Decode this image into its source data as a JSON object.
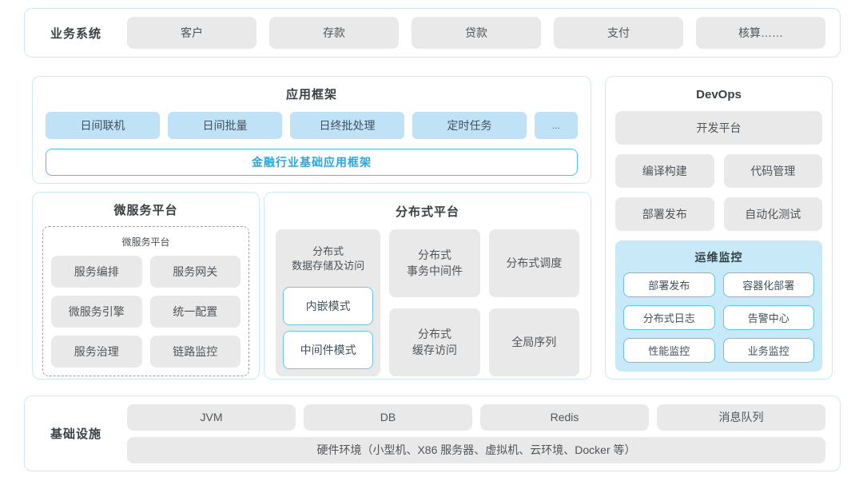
{
  "colors": {
    "panel_border": "#cdeaf4",
    "box_gray": "#e9e9e9",
    "box_blue": "#bfe2f6",
    "ops_panel_blue": "#c8e9f8",
    "accent_border": "#54bfe5",
    "accent_text": "#29a7de",
    "text_dark": "#3a3f44",
    "text_gray": "#50555a"
  },
  "business": {
    "label": "业务系统",
    "items": [
      "客户",
      "存款",
      "贷款",
      "支付",
      "核算……"
    ]
  },
  "app_framework": {
    "title": "应用框架",
    "items": [
      "日间联机",
      "日间批量",
      "日终批处理",
      "定时任务",
      "..."
    ],
    "banner": "金融行业基础应用框架"
  },
  "devops": {
    "title": "DevOps",
    "full_item": "开发平台",
    "items": [
      "编译构建",
      "代码管理",
      "部署发布",
      "自动化测试"
    ],
    "ops_monitor": {
      "title": "运维监控",
      "items": [
        "部署发布",
        "容器化部署",
        "分布式日志",
        "告警中心",
        "性能监控",
        "业务监控"
      ]
    }
  },
  "microservice": {
    "title": "微服务平台",
    "inner_title": "微服务平台",
    "items": [
      "服务编排",
      "服务网关",
      "微服务引擎",
      "统一配置",
      "服务治理",
      "链路监控"
    ]
  },
  "distributed": {
    "title": "分布式平台",
    "storage": {
      "title": "分布式\n数据存储及访问",
      "modes": [
        "内嵌模式",
        "中间件模式"
      ]
    },
    "middle_items": [
      "分布式\n事务中间件",
      "分布式\n缓存访问"
    ],
    "right_items": [
      "分布式调度",
      "全局序列"
    ]
  },
  "infrastructure": {
    "label": "基础设施",
    "items": [
      "JVM",
      "DB",
      "Redis",
      "消息队列"
    ],
    "hardware": "硬件环境（小型机、X86 服务器、虚拟机、云环境、Docker 等）"
  }
}
